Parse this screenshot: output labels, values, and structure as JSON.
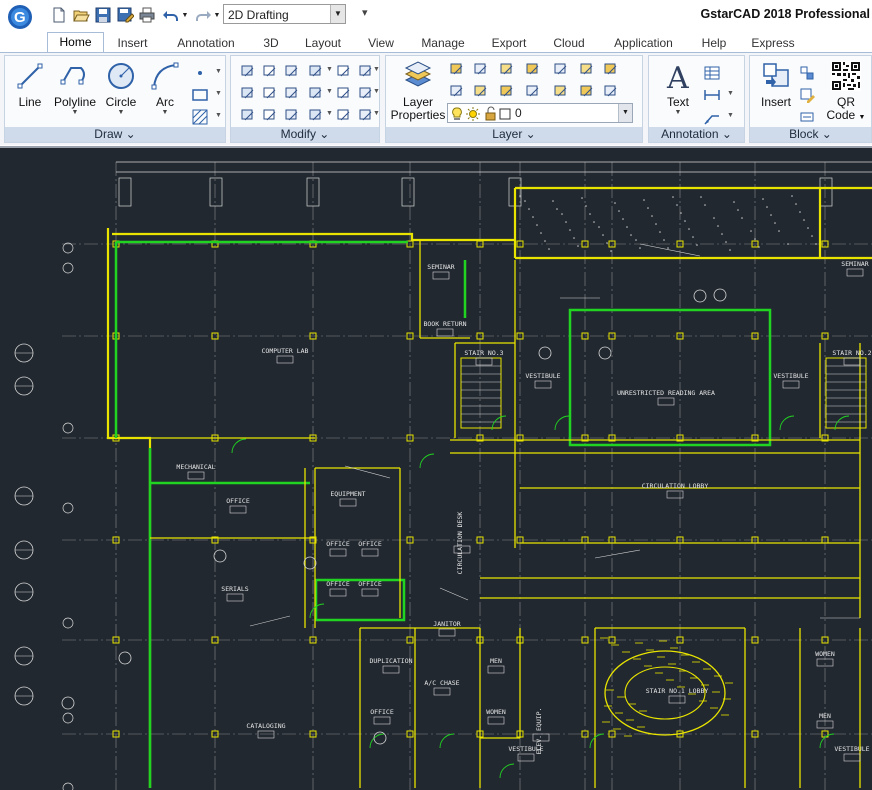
{
  "title_bar": {
    "app_title": "GstarCAD 2018 Professional",
    "workspace": "2D Drafting",
    "quick_access": [
      "new-icon",
      "open-icon",
      "save-icon",
      "save-as-icon",
      "print-icon",
      "undo-icon",
      "redo-icon"
    ]
  },
  "tabs": [
    {
      "label": "Home",
      "active": true
    },
    {
      "label": "Insert"
    },
    {
      "label": "Annotation"
    },
    {
      "label": "3D"
    },
    {
      "label": "Layout"
    },
    {
      "label": "View"
    },
    {
      "label": "Manage"
    },
    {
      "label": "Export"
    },
    {
      "label": "Cloud"
    },
    {
      "label": "Application"
    },
    {
      "label": "Help"
    },
    {
      "label": "Express"
    }
  ],
  "panels": {
    "draw": {
      "title": "Draw ⌄",
      "buttons": {
        "line": "Line",
        "polyline": "Polyline",
        "circle": "Circle",
        "arc": "Arc"
      }
    },
    "modify": {
      "title": "Modify ⌄"
    },
    "layer": {
      "title": "Layer ⌄",
      "properties_line1": "Layer",
      "properties_line2": "Properties",
      "current_layer": "0"
    },
    "annotation": {
      "title": "Annotation ⌄",
      "text": "Text"
    },
    "block": {
      "title": "Block ⌄",
      "insert": "Insert",
      "qr_line1": "QR",
      "qr_line2": "Code"
    }
  },
  "drawing": {
    "colors": {
      "background": "#212830",
      "wall": "#e8e400",
      "green": "#22d422",
      "line": "#d8d8d8",
      "text": "#e6e6e6"
    },
    "room_labels": [
      {
        "text": "COMPUTER LAB"
      },
      {
        "text": "MECHANICAL"
      },
      {
        "text": "OFFICE"
      },
      {
        "text": "SERIALS"
      },
      {
        "text": "CATALOGING"
      },
      {
        "text": "EQUIPMENT"
      },
      {
        "text": "OFFICE"
      },
      {
        "text": "OFFICE"
      },
      {
        "text": "OFFICE"
      },
      {
        "text": "OFFICE"
      },
      {
        "text": "SEMINAR"
      },
      {
        "text": "BOOK RETURN"
      },
      {
        "text": "STAIR NO.3"
      },
      {
        "text": "VESTIBULE"
      },
      {
        "text": "UNRESTRICTED READING AREA"
      },
      {
        "text": "VESTIBULE"
      },
      {
        "text": "STAIR NO.2"
      },
      {
        "text": "SEMINAR"
      },
      {
        "text": "CIRCULATION LOBBY"
      },
      {
        "text": "CIRCULATION DESK"
      },
      {
        "text": "DUPLICATION"
      },
      {
        "text": "OFFICE"
      },
      {
        "text": "A/C CHASE"
      },
      {
        "text": "JANITOR"
      },
      {
        "text": "MEN"
      },
      {
        "text": "WOMEN"
      },
      {
        "text": "ELEV. EQUIP."
      },
      {
        "text": "STAIR NO.1 LOBBY"
      },
      {
        "text": "VESTIBULE"
      },
      {
        "text": "WOMEN"
      },
      {
        "text": "MEN"
      },
      {
        "text": "VESTIBULE"
      }
    ]
  }
}
